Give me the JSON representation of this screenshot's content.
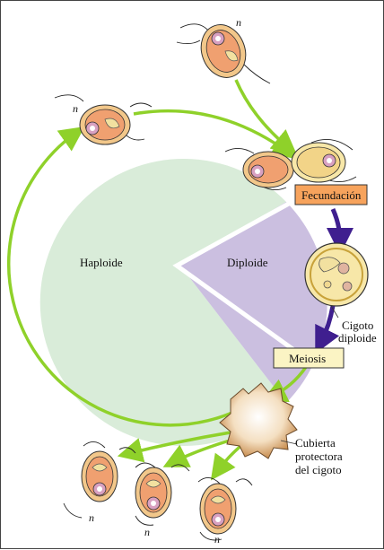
{
  "labels": {
    "haploid_phase": "Haploide",
    "diploid_phase": "Diploide",
    "fertilization": "Fecundación",
    "meiosis": "Meiosis",
    "zygote_line1": "Cigoto",
    "zygote_line2": "diploide",
    "cover_line1": "Cubierta",
    "cover_line2": "protectora",
    "cover_line3": "del cigoto",
    "n": "n"
  },
  "colors": {
    "haploid_fill": "#d9ecd9",
    "diploid_fill": "#cbbfe0",
    "green_arrow": "#8fd12a",
    "purple_arrow": "#3f1f8f",
    "fertilization_box": "#f7a35c",
    "meiosis_box": "#fbf4c4",
    "cell_outer": "#f2c78a",
    "cell_body": "#f0a070",
    "cell_nucleus": "#d8a0c0",
    "zygote_fill": "#f7e7a8",
    "spore_fill": "#f3e0c6"
  }
}
